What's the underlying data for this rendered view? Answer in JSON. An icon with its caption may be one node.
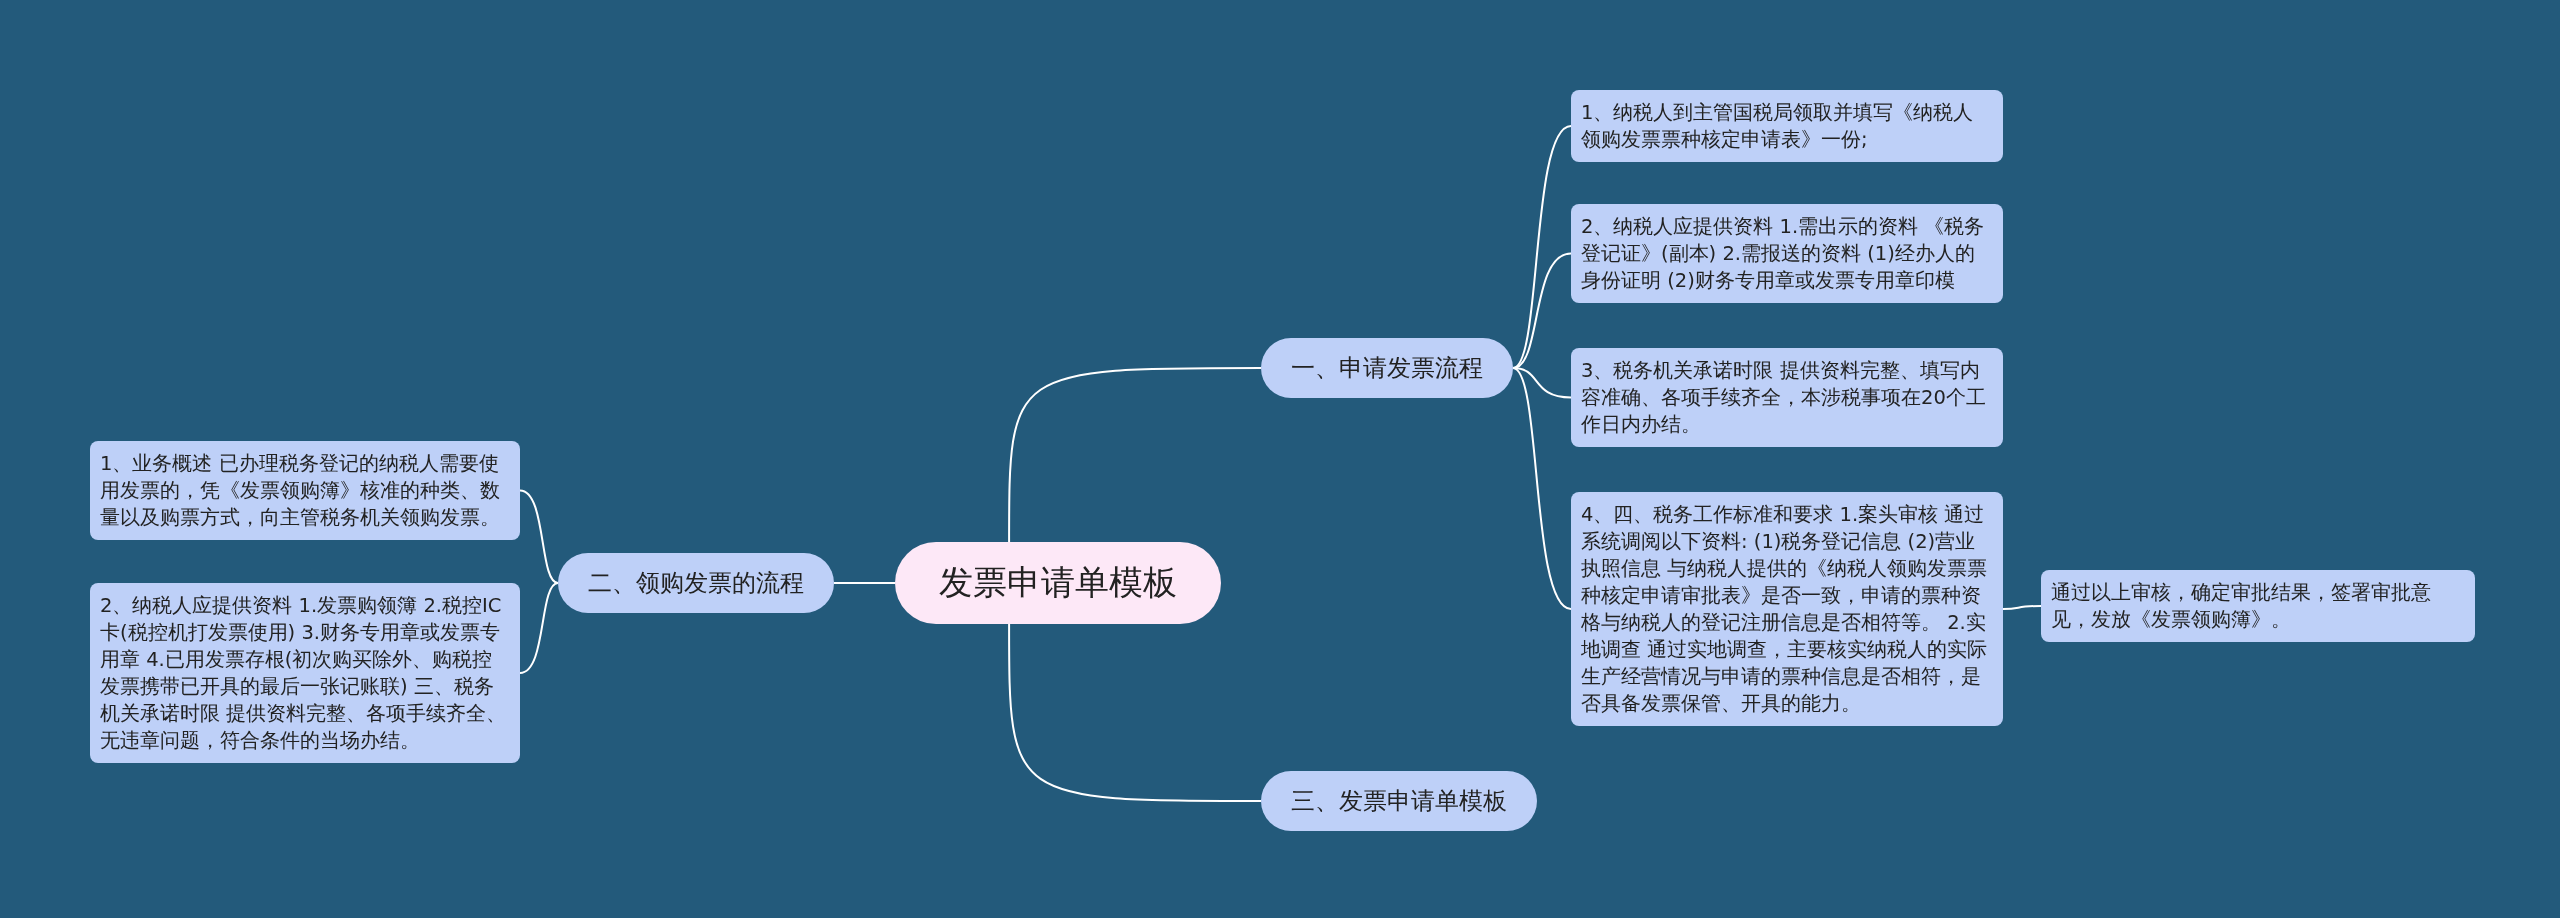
{
  "diagram": {
    "nodes": [
      {
        "text": [
          "发票申请单模板"
        ]
      },
      {
        "text": [
          "一、申请发票流程"
        ]
      },
      {
        "text": [
          "1、纳税人到主管国税局领取并填写《纳税人领购发票票种核定申请表》一份;"
        ]
      },
      {
        "text": [
          "2、纳税人应提供资料 1.需出示的资料 《税务登记证》(副本) 2.需报送的资料 (1)经办人的身份证明 (2)财务专用章或发票专用章印模"
        ]
      },
      {
        "text": [
          "3、税务机关承诺时限 提供资料完整、填写内容准确、各项手续齐全，本涉税事项在20个工作日内办结。"
        ]
      },
      {
        "text": [
          "4、四、税务工作标准和要求 1.案头审核 通过系统调阅以下资料: (1)税务登记信息 (2)营业执照信息 与纳税人提供的《纳税人领购发票票种核定申请审批表》是否一致，申请的票种资格与纳税人的登记注册信息是否相符等。 2.实地调查 通过实地调查，主要核实纳税人的实际生产经营情况与申请的票种信息是否相符，是否具备发票保管、开具的能力。"
        ]
      },
      {
        "text": [
          "通过以上审核，确定审批结果，签署审批意见，发放《发票领购簿》。"
        ]
      },
      {
        "text": [
          "二、领购发票的流程"
        ]
      },
      {
        "text": [
          "1、业务概述 已办理税务登记的纳税人需要使用发票的，凭《发票领购簿》核准的种类、数量以及购票方式，向主管税务机关领购发票。"
        ]
      },
      {
        "text": [
          "2、纳税人应提供资料 1.发票购领簿 2.税控IC卡(税控机打发票使用) 3.财务专用章或发票专用章 4.已用发票存根(初次购买除外、购税控发票携带已开具的最后一张记账联) 三、税务机关承诺时限 提供资料完整、各项手续齐全、无违章问题，符合条件的当场办结。"
        ]
      },
      {
        "text": [
          "三、发票申请单模板"
        ]
      }
    ],
    "edges": [
      {
        "from": 0,
        "to": 1,
        "arrow": "none"
      },
      {
        "from": 1,
        "to": 2,
        "arrow": "none"
      },
      {
        "from": 1,
        "to": 3,
        "arrow": "none"
      },
      {
        "from": 1,
        "to": 4,
        "arrow": "none"
      },
      {
        "from": 1,
        "to": 5,
        "arrow": "none"
      },
      {
        "from": 5,
        "to": 6,
        "arrow": "none"
      },
      {
        "from": 0,
        "to": 7,
        "arrow": "none"
      },
      {
        "from": 7,
        "to": 8,
        "arrow": "none"
      },
      {
        "from": 7,
        "to": 9,
        "arrow": "none"
      },
      {
        "from": 0,
        "to": 10,
        "arrow": "none"
      }
    ]
  }
}
